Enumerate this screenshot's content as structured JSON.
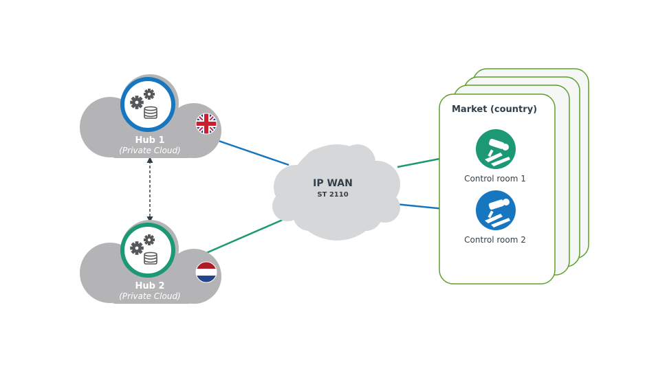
{
  "colors": {
    "blue": "#1676C0",
    "green": "#1C9974",
    "cloud": "#B4B4B6",
    "wan_cloud": "#D6D7D9",
    "market_border": "#5E9E2A",
    "market_fill": "#F5F6F6",
    "gear": "#555759",
    "text_dark": "#333f48"
  },
  "hub1": {
    "title": "Hub 1",
    "subtitle": "(Private Cloud)",
    "flag": "uk-flag-icon"
  },
  "hub2": {
    "title": "Hub 2",
    "subtitle": "(Private Cloud)",
    "flag": "netherlands-flag-icon"
  },
  "wan": {
    "title": "IP WAN",
    "subtitle": "ST 2110"
  },
  "market": {
    "title": "Market (country)",
    "rooms": [
      {
        "label": "Control room 1",
        "icon": "camera-operator-icon"
      },
      {
        "label": "Control room 2",
        "icon": "camera-operator-icon"
      }
    ]
  }
}
